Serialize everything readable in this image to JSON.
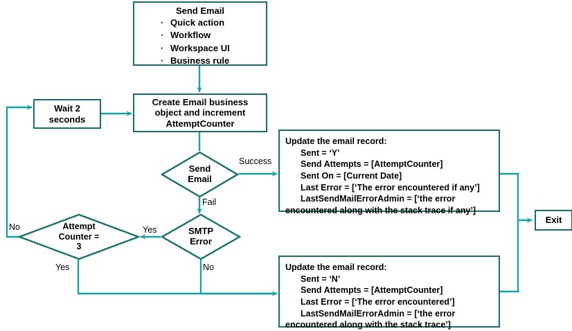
{
  "diagram": {
    "title": "Send Email process flowchart",
    "colors": {
      "node_border": "#147068",
      "connector": "#17a3a0",
      "text": "#000000",
      "background": "#ffffff"
    },
    "nodes": {
      "start": {
        "title": "Send Email",
        "items": [
          "Quick action",
          "Workflow",
          "Workspace UI",
          "Business  rule"
        ]
      },
      "wait": {
        "line1": "Wait 2",
        "line2": "seconds"
      },
      "create": {
        "line1": "Create Email business",
        "line2": "object and increment",
        "line3": "AttemptCounter"
      },
      "send_decision": {
        "line1": "Send",
        "line2": "Email"
      },
      "smtp_decision": {
        "line1": "SMTP",
        "line2": "Error"
      },
      "attempt_decision": {
        "line1": "Attempt",
        "line2": "Counter =",
        "line3": "3"
      },
      "update_success": {
        "heading": "Update the email record:",
        "lines": [
          "Sent = ‘Y’",
          "Send Attempts  = [AttemptCounter]",
          "Sent On = [Current  Date]",
          "Last Error  = [‘The error encountered if any’]",
          "LastSendMailErrorAdmin  = [‘the error"
        ],
        "wrap_line": "encountered  along with the stack  trace if any’]"
      },
      "update_fail": {
        "heading": "Update the email record:",
        "lines": [
          "Sent = ‘N’",
          "Send Attempts  = [AttemptCounter]",
          "Last Error  = [‘The error encountered’]",
          "LastSendMailErrorAdmin  = [‘the error"
        ],
        "wrap_line": "encountered  along with the stack  trace’]"
      },
      "exit": {
        "label": "Exit"
      }
    },
    "edge_labels": {
      "success": "Success",
      "fail": "Fail",
      "smtp_yes": "Yes",
      "smtp_no": "No",
      "attempt_no": "No",
      "attempt_yes": "Yes"
    }
  }
}
